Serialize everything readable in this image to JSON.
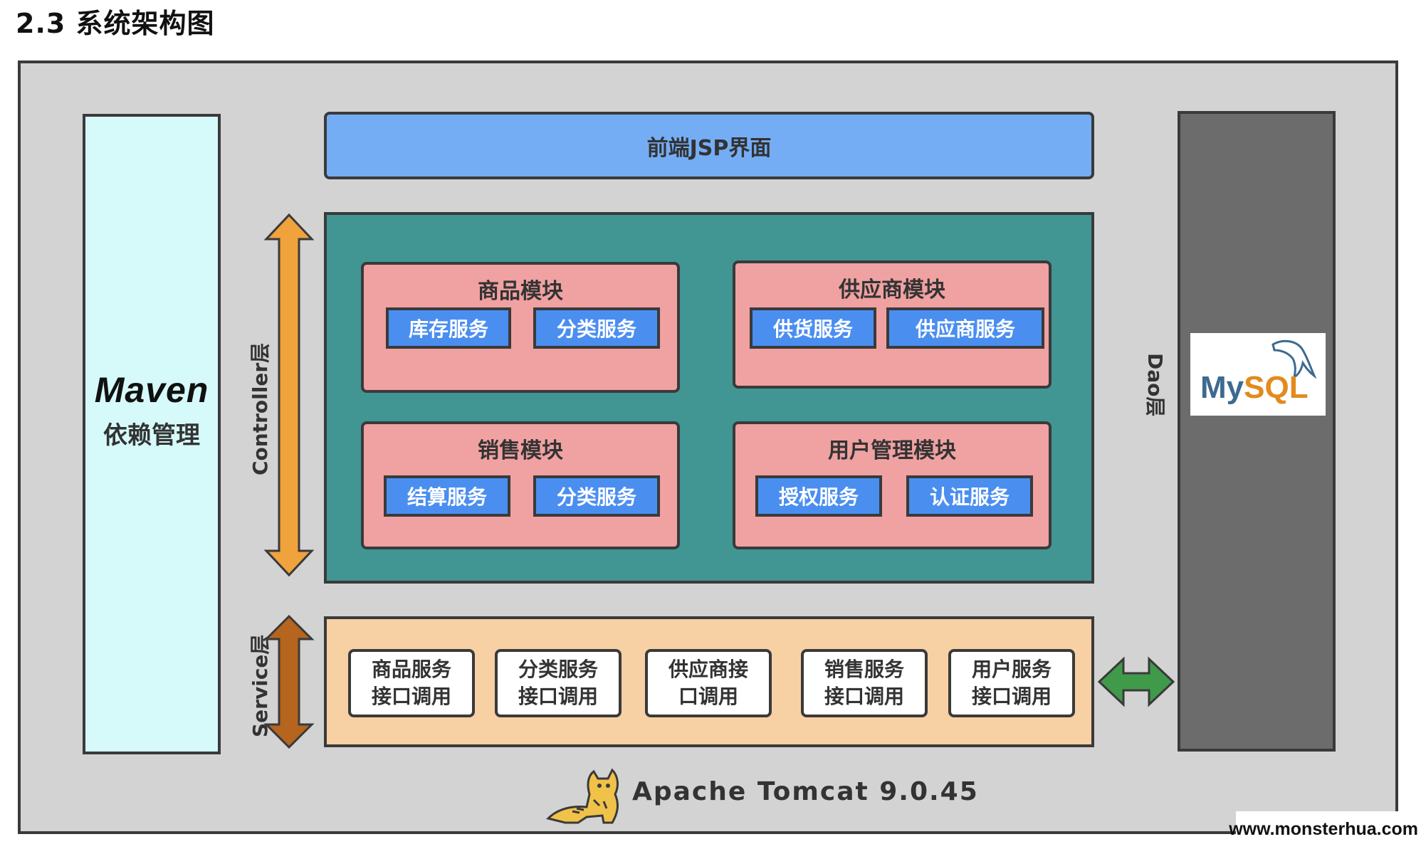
{
  "heading": "2.3 系统架构图",
  "maven": {
    "logo": "Maven",
    "label": "依赖管理"
  },
  "frontend": {
    "label": "前端JSP界面"
  },
  "controller_label": "Controller层",
  "service_label": "Service层",
  "dao_label": "Dao层",
  "mysql": {
    "logo_my": "My",
    "logo_sql": "SQL"
  },
  "modules": [
    {
      "title": "商品模块",
      "services": [
        "库存服务",
        "分类服务"
      ]
    },
    {
      "title": "供应商模块",
      "services": [
        "供货服务",
        "供应商服务"
      ]
    },
    {
      "title": "销售模块",
      "services": [
        "结算服务",
        "分类服务"
      ]
    },
    {
      "title": "用户管理模块",
      "services": [
        "授权服务",
        "认证服务"
      ]
    }
  ],
  "interfaces": [
    {
      "line1": "商品服务",
      "line2": "接口调用"
    },
    {
      "line1": "分类服务",
      "line2": "接口调用"
    },
    {
      "line1": "供应商接",
      "line2": "口调用"
    },
    {
      "line1": "销售服务",
      "line2": "接口调用"
    },
    {
      "line1": "用户服务",
      "line2": "接口调用"
    }
  ],
  "server": "Apache Tomcat 9.0.45",
  "watermark": "www.monsterhua.com",
  "colors": {
    "controller_arrow": "#f0a23c",
    "service_arrow": "#b5651d",
    "dao_arrow": "#3f9a4a"
  }
}
